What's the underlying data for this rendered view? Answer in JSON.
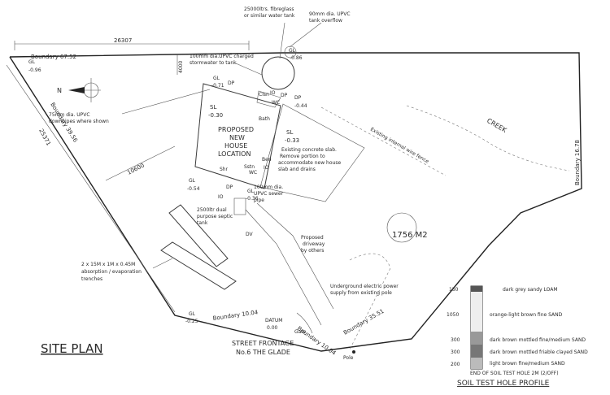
{
  "site_title": "SITE PLAN",
  "street_frontage": [
    "STREET FRONTAGE",
    "No.6 THE GLADE"
  ],
  "area": "1756 M2",
  "creek": "CREEK",
  "fence": "Existing internal wire fence",
  "north": "N",
  "dims": {
    "top": "26307",
    "left_diag": "25371",
    "ten": "10600",
    "vert": "4000"
  },
  "boundaries": {
    "top": "Boundary 67.52",
    "left": "Boundary 39.56",
    "right": "Boundary 16.78",
    "bottom": "Boundary 10.04",
    "bottom2": "Boundary 10.04",
    "bottom_right": "Boundary 35.51"
  },
  "levels": {
    "gl_tl": [
      "GL",
      "-0.96"
    ],
    "gl_top": [
      "GL",
      "-0.86"
    ],
    "gl_house": [
      "GL",
      "-0.71"
    ],
    "dp_ne": [
      "DP",
      "-0.44"
    ],
    "sl_house": [
      "SL",
      "-0.30"
    ],
    "sl_slab": [
      "SL",
      "-0.33"
    ],
    "gl_w": [
      "GL",
      "-0.54"
    ],
    "gl_s": [
      "GL",
      "-0.36"
    ],
    "gl_bl": [
      "GL",
      "-0.25"
    ],
    "datum": [
      "DATUM",
      "0.00"
    ]
  },
  "house": [
    "PROPOSED",
    "NEW",
    "HOUSE",
    "LOCATION"
  ],
  "fixtures": {
    "dp": "DP",
    "wc": "WC",
    "io": "IO",
    "bath": "Bath",
    "ben": "Ben",
    "shr": "Shr",
    "sstn": "Sstn",
    "dp2": "DP",
    "dp3": "DP",
    "io2": "IO",
    "wc2": "WC",
    "io3": "IO",
    "dv": "DV",
    "cis": "Clsn",
    "ben2": "Ben",
    "bath2": "Bath"
  },
  "notes": {
    "tank": [
      "25000ltrs. fibreglass",
      "or similar water tank"
    ],
    "overflow": [
      "90mm dia. UPVC",
      "tank overflow"
    ],
    "stormwater": [
      "100mm dia.UPVC charged",
      "stormwater to tank"
    ],
    "downpipes": [
      "75mm dia. UPVC",
      "downpipes where shown"
    ],
    "slab": [
      "Existing concrete slab.",
      "Remove portion to",
      "accommodate new house",
      "slab and drains"
    ],
    "sewer": [
      "100mm dia.",
      "UPVC sewer",
      "pipe"
    ],
    "septic": [
      "2500ltr dual",
      "purpose septic",
      "tank"
    ],
    "trenches": [
      "2 x 15M x 1M x 0.45M",
      "absorption / evaporation",
      "trenches"
    ],
    "driveway": [
      "Proposed",
      "driveway",
      "by others"
    ],
    "power": [
      "Underground electric power",
      "supply from existing pole"
    ],
    "pole": "Pole",
    "gate": "Gate"
  },
  "soil": {
    "title": "SOIL TEST HOLE PROFILE",
    "layers": [
      {
        "depth": "150",
        "desc": "dark grey sandy LOAM"
      },
      {
        "depth": "1050",
        "desc": "orange-light brown fine SAND"
      },
      {
        "depth": "300",
        "desc": "dark brown mottled fine/medium SAND"
      },
      {
        "depth": "300",
        "desc": "dark brown mottled friable clayed SAND"
      },
      {
        "depth": "200",
        "desc": "light brown fine/medium SAND"
      }
    ],
    "end": "END OF SOIL TEST HOLE 2M (2/OFF)"
  }
}
